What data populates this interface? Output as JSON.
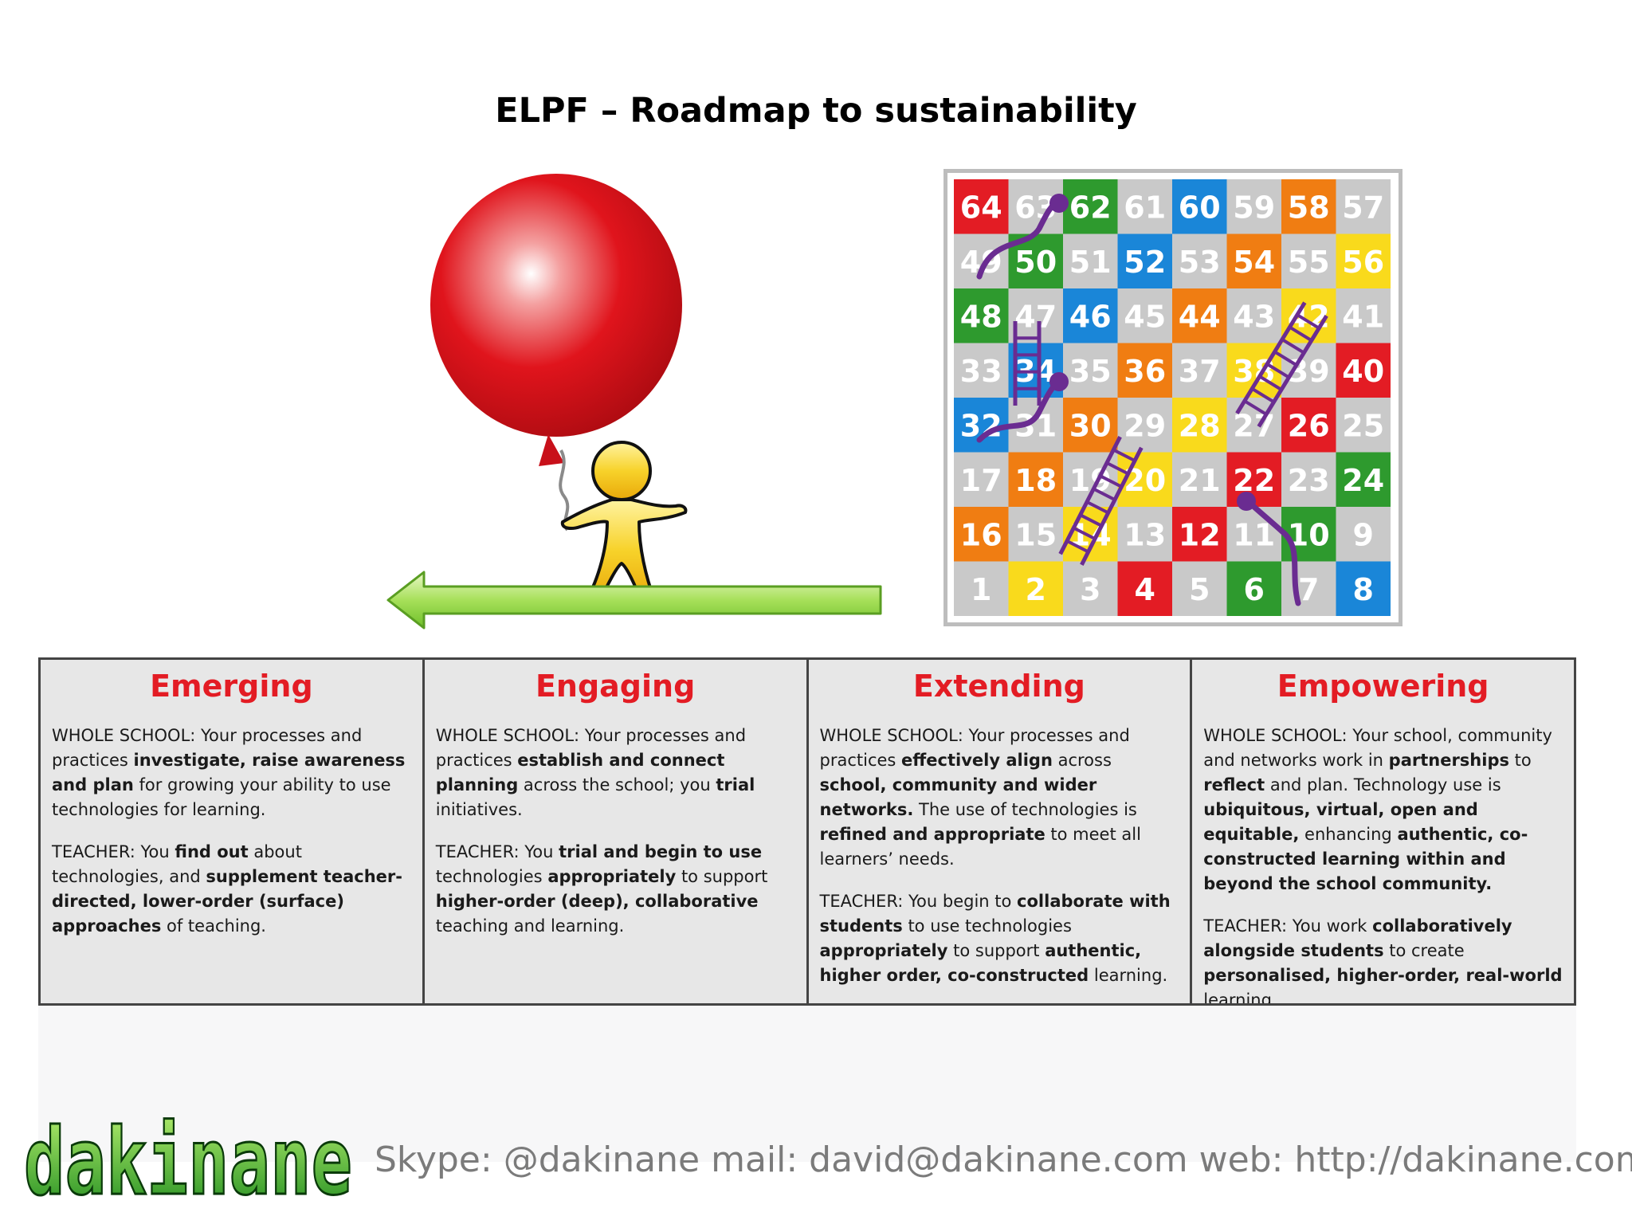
{
  "title": "ELPF – Roadmap to sustainability",
  "colors": {
    "stage_heading": "#e31c24",
    "arrow": "#8fd44a",
    "balloon": "#e0141c",
    "figure": "#f2c416",
    "logo": "#2a9a2a",
    "footer_text": "#7b7b7b"
  },
  "board": {
    "rows": [
      [
        64,
        63,
        62,
        61,
        60,
        59,
        58,
        57
      ],
      [
        49,
        50,
        51,
        52,
        53,
        54,
        55,
        56
      ],
      [
        48,
        47,
        46,
        45,
        44,
        43,
        42,
        41
      ],
      [
        33,
        34,
        35,
        36,
        37,
        38,
        39,
        40
      ],
      [
        32,
        31,
        30,
        29,
        28,
        27,
        26,
        25
      ],
      [
        17,
        18,
        19,
        20,
        21,
        22,
        23,
        24
      ],
      [
        16,
        15,
        14,
        13,
        12,
        11,
        10,
        9
      ],
      [
        1,
        2,
        3,
        4,
        5,
        6,
        7,
        8
      ]
    ],
    "color_rows": [
      [
        "red",
        "gray",
        "green",
        "gray",
        "blue",
        "gray",
        "orange",
        "gray"
      ],
      [
        "gray",
        "green",
        "gray",
        "blue",
        "gray",
        "orange",
        "gray",
        "yellow"
      ],
      [
        "green",
        "gray",
        "blue",
        "gray",
        "orange",
        "gray",
        "yellow",
        "gray"
      ],
      [
        "gray",
        "blue",
        "gray",
        "orange",
        "gray",
        "yellow",
        "gray",
        "red"
      ],
      [
        "blue",
        "gray",
        "orange",
        "gray",
        "yellow",
        "gray",
        "red",
        "gray"
      ],
      [
        "gray",
        "orange",
        "gray",
        "yellow",
        "gray",
        "red",
        "gray",
        "green"
      ],
      [
        "orange",
        "gray",
        "yellow",
        "gray",
        "red",
        "gray",
        "green",
        "gray"
      ],
      [
        "gray",
        "yellow",
        "gray",
        "red",
        "gray",
        "green",
        "gray",
        "blue"
      ]
    ],
    "palette": {
      "red": "#e31c24",
      "gray": "#c9c9c9",
      "green": "#2e9a2e",
      "blue": "#1a86d8",
      "orange": "#f07d12",
      "yellow": "#f9da1c"
    }
  },
  "stages": [
    {
      "heading": "Emerging",
      "paragraphs": [
        [
          {
            "t": "WHOLE SCHOOL: Your processes and practices "
          },
          {
            "t": "investigate, raise awareness and plan",
            "b": true
          },
          {
            "t": " for growing your ability to use technologies for learning."
          }
        ],
        [
          {
            "t": "TEACHER: You "
          },
          {
            "t": "find out",
            "b": true
          },
          {
            "t": " about technologies, and "
          },
          {
            "t": "supplement teacher-directed, lower-order (surface) approaches",
            "b": true
          },
          {
            "t": " of teaching."
          }
        ]
      ]
    },
    {
      "heading": "Engaging",
      "paragraphs": [
        [
          {
            "t": "WHOLE SCHOOL: Your processes and practices "
          },
          {
            "t": "establish and connect planning",
            "b": true
          },
          {
            "t": " across the school; you "
          },
          {
            "t": "trial",
            "b": true
          },
          {
            "t": " initiatives."
          }
        ],
        [
          {
            "t": "TEACHER: You "
          },
          {
            "t": "trial and begin to use",
            "b": true
          },
          {
            "t": " technologies "
          },
          {
            "t": "appropriately",
            "b": true
          },
          {
            "t": " to support "
          },
          {
            "t": "higher-order (deep), collaborative",
            "b": true
          },
          {
            "t": " teaching and learning."
          }
        ]
      ]
    },
    {
      "heading": "Extending",
      "paragraphs": [
        [
          {
            "t": "WHOLE SCHOOL: Your processes and practices "
          },
          {
            "t": "effectively align",
            "b": true
          },
          {
            "t": " across "
          },
          {
            "t": "school, community and wider networks.",
            "b": true
          },
          {
            "t": " The use of technologies is "
          },
          {
            "t": "refined and appropriate",
            "b": true
          },
          {
            "t": " to meet all learners’ needs."
          }
        ],
        [
          {
            "t": "TEACHER: You begin to "
          },
          {
            "t": "collaborate with students",
            "b": true
          },
          {
            "t": " to use technologies "
          },
          {
            "t": "appropriately",
            "b": true
          },
          {
            "t": " to support "
          },
          {
            "t": "authentic, higher order, co-constructed",
            "b": true
          },
          {
            "t": " learning."
          }
        ]
      ]
    },
    {
      "heading": "Empowering",
      "paragraphs": [
        [
          {
            "t": "WHOLE SCHOOL: Your school, community and networks work in "
          },
          {
            "t": "partnerships",
            "b": true
          },
          {
            "t": " to "
          },
          {
            "t": "reflect",
            "b": true
          },
          {
            "t": " and plan. Technology use is "
          },
          {
            "t": "ubiquitous, virtual, open and equitable,",
            "b": true
          },
          {
            "t": " enhancing "
          },
          {
            "t": "authentic, co-constructed learning within and beyond the school community.",
            "b": true
          }
        ],
        [
          {
            "t": "TEACHER: You work "
          },
          {
            "t": "collaboratively alongside students",
            "b": true
          },
          {
            "t": " to create "
          },
          {
            "t": "personalised, higher-order, real-world",
            "b": true
          },
          {
            "t": " learning."
          }
        ]
      ]
    }
  ],
  "footer": {
    "logo_text": "dakinane",
    "contact": "Skype: @dakinane mail: david@dakinane.com web: http://dakinane.com"
  }
}
